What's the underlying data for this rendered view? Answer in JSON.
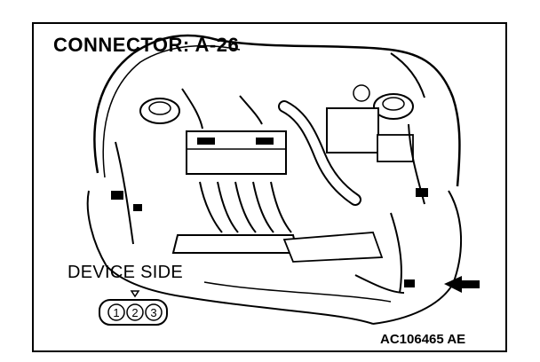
{
  "title": "CONNECTOR: A-26",
  "device_side": "DEVICE SIDE",
  "figure_code": "AC106465 AE",
  "connector_pins": [
    "1",
    "2",
    "3"
  ],
  "colors": {
    "ink": "#000000",
    "background": "#ffffff"
  },
  "icons": [
    "arrow-left-icon",
    "triangle-marker-icon"
  ]
}
